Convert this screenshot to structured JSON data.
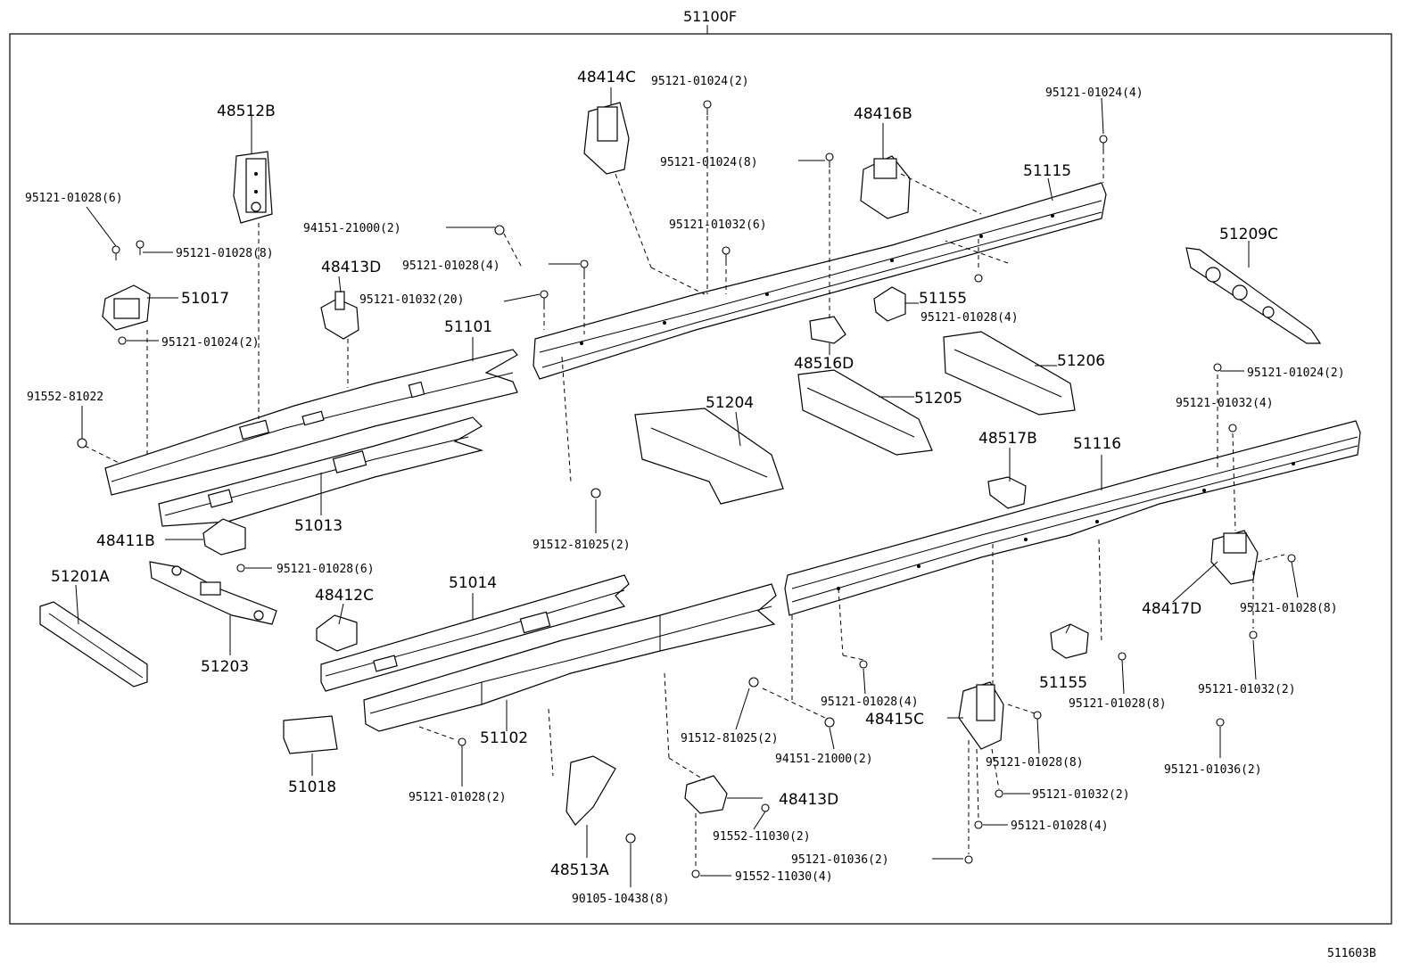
{
  "title": "51100F",
  "code": "511603B",
  "labels": {
    "p48512B": "48512B",
    "p95121_01028_6": "95121-01028(6)",
    "p95121_01028_8a": "95121-01028(8)",
    "p51017": "51017",
    "p95121_01024_2a": "95121-01024(2)",
    "p91552_81022": "91552-81022",
    "p94151_21000_2a": "94151-21000(2)",
    "p95121_01028_4a": "95121-01028(4)",
    "p48413Da": "48413D",
    "p95121_01032_20": "95121-01032(20)",
    "p51101": "51101",
    "p51013": "51013",
    "p48411B": "48411B",
    "p95121_01028_6b": "95121-01028(6)",
    "p51201A": "51201A",
    "p51203": "51203",
    "p48414C": "48414C",
    "p95121_01024_2b": "95121-01024(2)",
    "p95121_01024_8": "95121-01024(8)",
    "p95121_01032_6": "95121-01032(6)",
    "p48416B": "48416B",
    "p95121_01024_4": "95121-01024(4)",
    "p51115": "51115",
    "p51155a": "51155",
    "p95121_01028_4b": "95121-01028(4)",
    "p48516D": "48516D",
    "p51209C": "51209C",
    "p51206": "51206",
    "p51205": "51205",
    "p51204": "51204",
    "p91512_81025_2a": "91512-81025(2)",
    "p95121_01024_2c": "95121-01024(2)",
    "p95121_01032_4": "95121-01032(4)",
    "p48517B": "48517B",
    "p51116": "51116",
    "p48417D": "48417D",
    "p95121_01028_8b": "95121-01028(8)",
    "p51014": "51014",
    "p48412C": "48412C",
    "p51155b": "51155",
    "p95121_01028_8c": "95121-01028(8)",
    "p95121_01032_2a": "95121-01032(2)",
    "p95121_01028_4c": "95121-01028(4)",
    "p51102": "51102",
    "p51018": "51018",
    "p95121_01028_2": "95121-01028(2)",
    "p91512_81025_2b": "91512-81025(2)",
    "p94151_21000_2b": "94151-21000(2)",
    "p48415C": "48415C",
    "p95121_01028_8d": "95121-01028(8)",
    "p95121_01036_2a": "95121-01036(2)",
    "p95121_01032_2b": "95121-01032(2)",
    "p95121_01028_4d": "95121-01028(4)",
    "p48413Db": "48413D",
    "p91552_11030_2": "91552-11030(2)",
    "p95121_01036_2b": "95121-01036(2)",
    "p91552_11030_4": "91552-11030(4)",
    "p48513A": "48513A",
    "p90105_10438_8": "90105-10438(8)"
  }
}
